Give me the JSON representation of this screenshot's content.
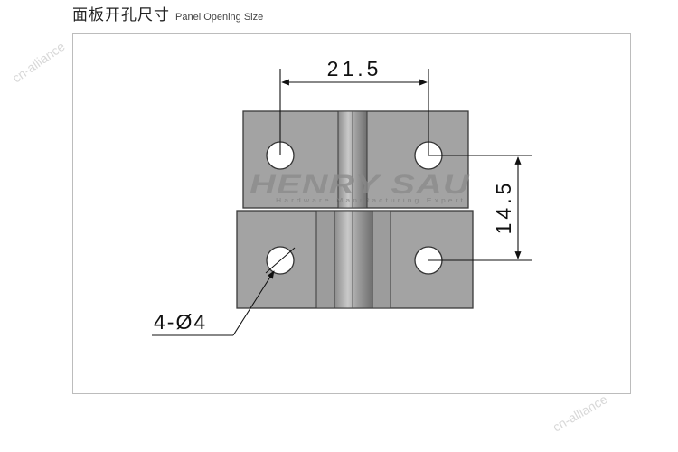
{
  "header": {
    "title_cn": "面板开孔尺寸",
    "title_en": "Panel Opening Size"
  },
  "dimensions": {
    "width_label": "21.5",
    "height_label": "14.5",
    "hole_label": "4-Ø4"
  },
  "watermark": {
    "brand": "HENRY SAU",
    "tagline": "Hardware Manufacturing Expert",
    "corner_text": "cn-alliance"
  },
  "colors": {
    "plate": "#a3a3a3",
    "plate_edge": "#3a3a3a",
    "hole": "#ffffff",
    "dimension_line": "#111111"
  }
}
